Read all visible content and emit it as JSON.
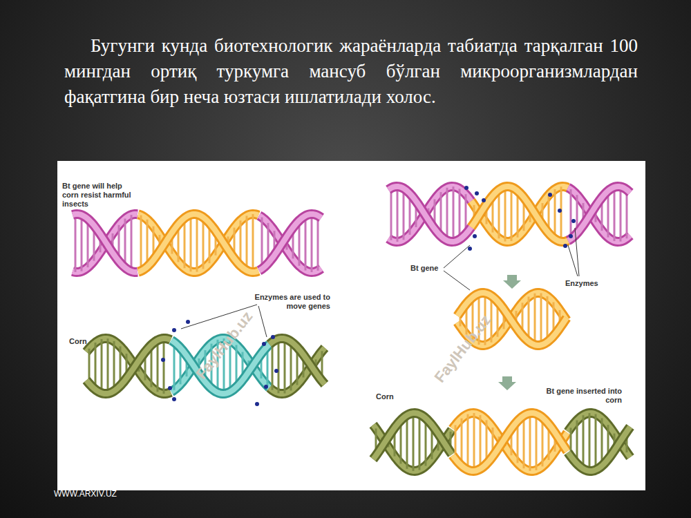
{
  "diagram": {
    "title": "Бугунги кунда биотехнологик  жараёнларда табиатда тарқалган 100 мингдан ортиқ туркумга мансуб бўлган микроорганизмлардан фақатгина бир неча юзтаси ишлатилади холос.",
    "labels": [
      "Bt gene will help corn resist harmful insects",
      "Enzymes are used to move genes",
      "Corn",
      "Bt gene",
      "Enzymes",
      "Corn",
      "Bt gene inserted into corn",
      "FaylHub.uz",
      "FaylHub.uz",
      "WWW.ARXIV.UZ"
    ]
  }
}
